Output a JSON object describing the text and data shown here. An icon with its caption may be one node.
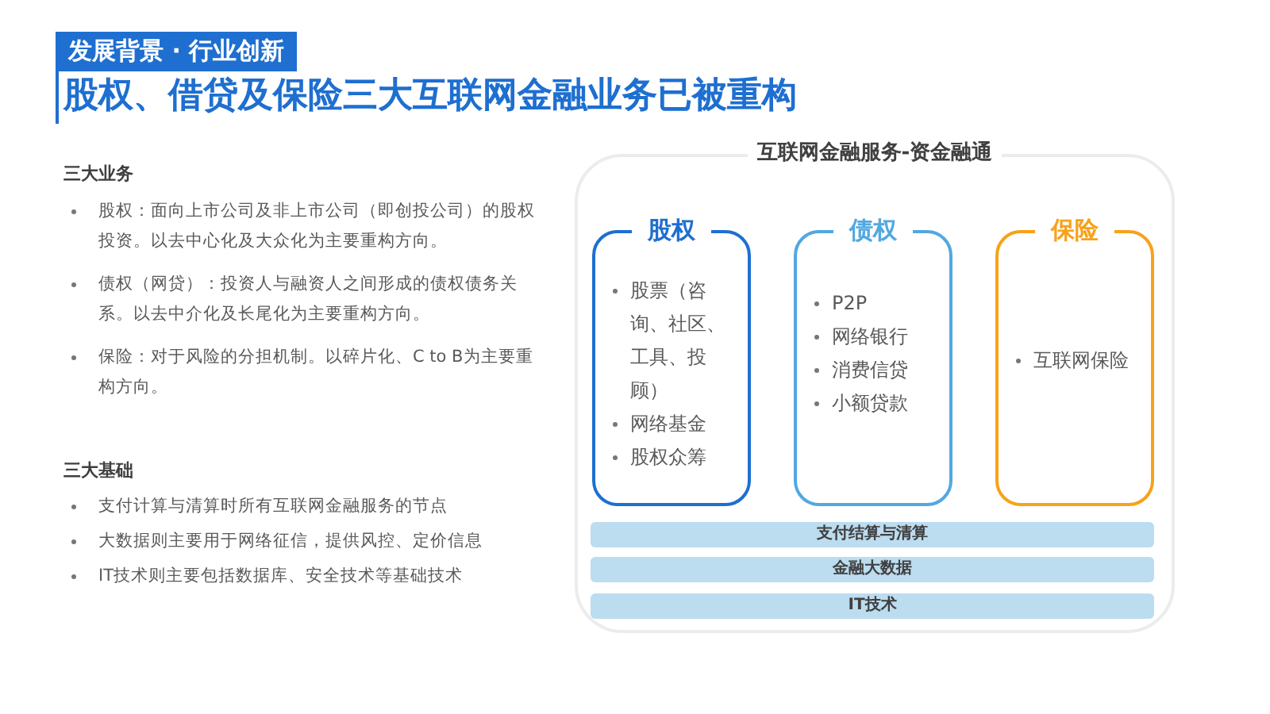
{
  "diagram": {
    "title": "股权、借贷及保险三大互联网金融业务已被重构",
    "nodes": [
      {
        "text": [
          "互联网金融服务-资金融通"
        ]
      },
      {
        "text": [
          "股权",
          "股票（咨询、社区、工具、投顾）",
          "网络基金",
          "股权众筹"
        ],
        "in": 0
      },
      {
        "text": [
          "债权",
          "P2P",
          "网络银行",
          "消费信贷",
          "小额贷款"
        ],
        "in": 0
      },
      {
        "text": [
          "保险",
          "互联网保险"
        ],
        "in": 0
      },
      {
        "text": [
          "支付结算与清算"
        ],
        "in": 0
      },
      {
        "text": [
          "金融大数据"
        ],
        "in": 0
      },
      {
        "text": [
          "IT技术"
        ],
        "in": 0
      }
    ],
    "labels": [
      "发展背景 · 行业创新",
      "三大业务",
      "股权：面向上市公司及非上市公司（即创投公司）的股权投资。以去中心化及大众化为主要重构方向。",
      "债权（网贷）：投资人与融资人之间形成的债权债务关系。以去中介化及长尾化为主要重构方向。",
      "保险：对于风险的分担机制。以碎片化、C to B为主要重构方向。",
      "三大基础",
      "支付计算与清算时所有互联网金融服务的节点",
      "大数据则主要用于网络征信，提供风控、定价信息",
      "IT技术则主要包括数据库、安全技术等基础技术"
    ]
  }
}
